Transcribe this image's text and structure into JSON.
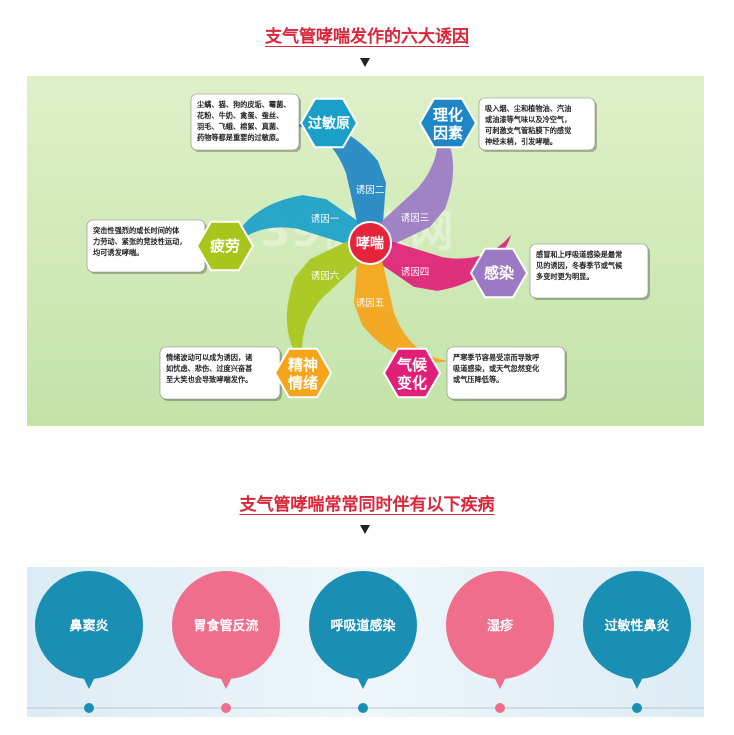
{
  "section1": {
    "title": "支气管哮喘发作的六大诱因"
  },
  "diagram": {
    "center": "哮喘",
    "watermark": "39健康网",
    "petals": [
      "诱因一",
      "诱因二",
      "诱因三",
      "诱因四",
      "诱因五",
      "诱因六"
    ],
    "factors": [
      {
        "name": [
          "过敏原"
        ],
        "color": "#1aa0c8",
        "note": [
          "尘螨、猫、狗的皮垢、霉菌、",
          "花粉、牛奶、禽蛋、蚕丝、",
          "羽毛、飞蛾、棉絮、真菌、",
          "药物等都是重要的过敏原。"
        ]
      },
      {
        "name": [
          "理化",
          "因素"
        ],
        "color": "#1f86c6",
        "note": [
          "吸入烟、尘和植物油、汽油",
          "或油漆等气味以及冷空气，",
          "可刺激支气管粘膜下的感觉",
          "神经末梢，引发哮喘。"
        ]
      },
      {
        "name": [
          "疲劳"
        ],
        "color": "#a8c51b",
        "note": [
          "突击性强烈的或长时间的体",
          "力劳动、紧张的竞技性运动，",
          "均可诱发哮喘。"
        ]
      },
      {
        "name": [
          "感染"
        ],
        "color": "#9b79c4",
        "note": [
          "感冒和上呼吸道感染是最常",
          "见的诱因，冬春季节或气候",
          "多变时更为明显。"
        ]
      },
      {
        "name": [
          "精神",
          "情绪"
        ],
        "color": "#f6a41a",
        "note": [
          "情绪波动可以成为诱因，诸",
          "如忧虑、悲伤、过度兴奋甚",
          "至大笑也会导致哮喘发作。"
        ]
      },
      {
        "name": [
          "气候",
          "变化"
        ],
        "color": "#e11f79",
        "note": [
          "严寒季节容易受凉而导致呼",
          "吸道感染，或天气忽然变化",
          "或气压降低等。"
        ]
      }
    ]
  },
  "section2": {
    "title": "支气管哮喘常常同时伴有以下疾病"
  },
  "diseases": [
    {
      "name": "鼻窦炎",
      "color": "#1a8fb3"
    },
    {
      "name": "胃食管反流",
      "color": "#ef6e8c"
    },
    {
      "name": "呼吸道感染",
      "color": "#1a8fb3"
    },
    {
      "name": "湿疹",
      "color": "#ef6e8c"
    },
    {
      "name": "过敏性鼻炎",
      "color": "#1a8fb3"
    }
  ]
}
